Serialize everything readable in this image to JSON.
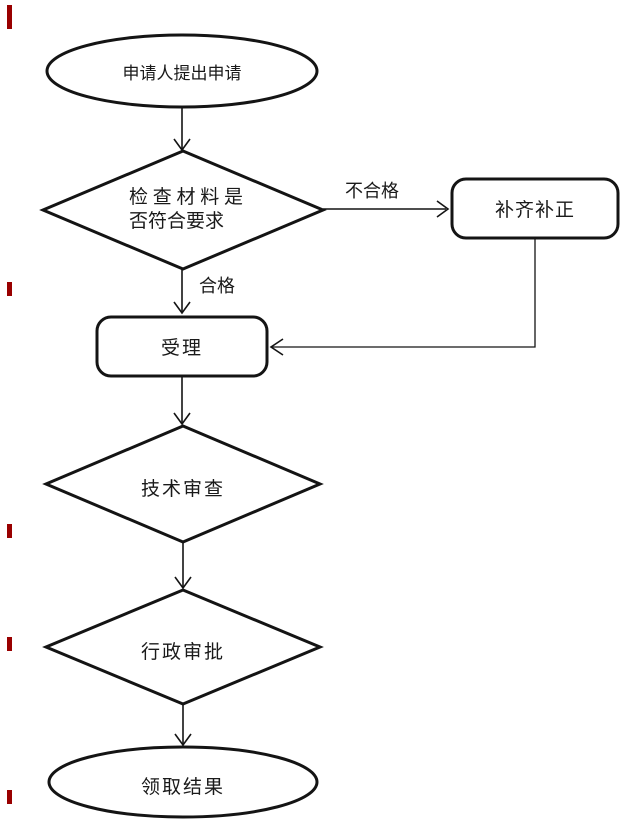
{
  "flowchart": {
    "nodes": [
      {
        "id": "start",
        "type": "terminator-ellipse",
        "label": "申请人提出申请"
      },
      {
        "id": "check-material",
        "type": "decision-diamond",
        "label": "检查材料是否符合要求",
        "label_line1": "检 查 材 料 是",
        "label_line2": "否符合要求"
      },
      {
        "id": "supplement",
        "type": "process-rect",
        "label": "补齐补正"
      },
      {
        "id": "accept",
        "type": "process-rect",
        "label": "受理"
      },
      {
        "id": "tech-review",
        "type": "decision-diamond",
        "label": "技术审查"
      },
      {
        "id": "admin-approval",
        "type": "decision-diamond",
        "label": "行政审批"
      },
      {
        "id": "get-result",
        "type": "terminator-ellipse",
        "label": "领取结果"
      }
    ],
    "edge_labels": {
      "fail": "不合格",
      "pass": "合格"
    },
    "colors": {
      "line": "#141414",
      "text": "#1a1a1a",
      "background": "#ffffff",
      "left_edge_marker": "#990000"
    }
  }
}
